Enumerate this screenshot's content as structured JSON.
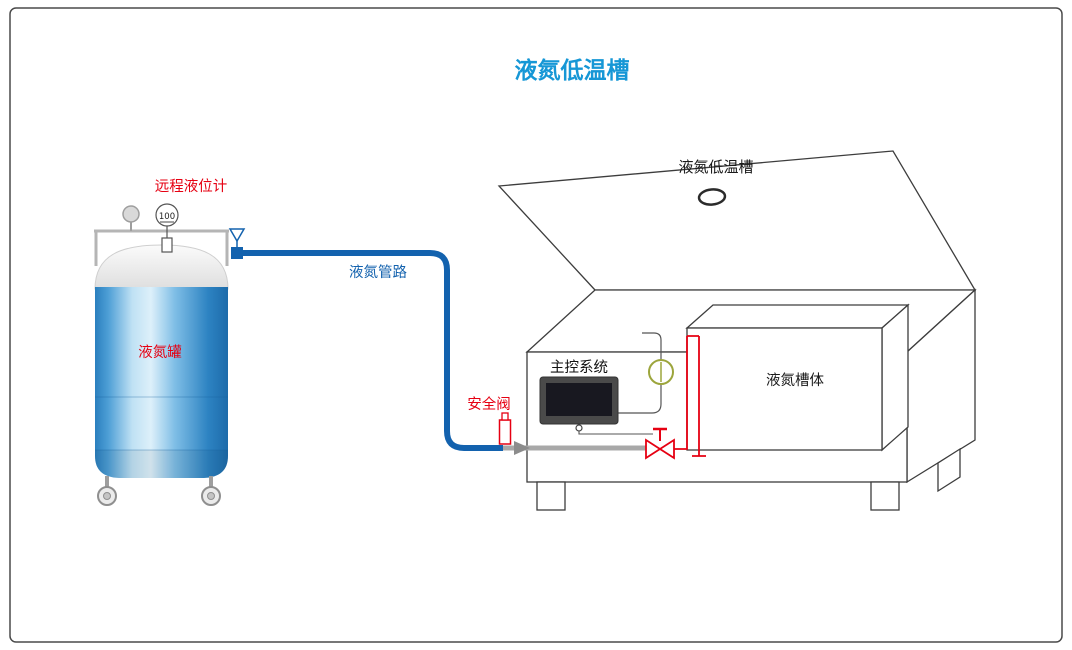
{
  "title": {
    "text": "液氮低温槽",
    "color": "#1697D6"
  },
  "nitrogen_tank": {
    "label": "液氮罐",
    "label_color": "#E60012",
    "level_gauge_label": "远程液位计",
    "gauge_value": "100"
  },
  "pipeline": {
    "label": "液氮管路",
    "color": "#1362AE"
  },
  "safety_valve": {
    "label": "安全阀",
    "color": "#E60012"
  },
  "cryo_bath": {
    "lid_label": "液氮低温槽",
    "control_system_label": "主控系统",
    "inner_tank_label": "液氮槽体"
  },
  "colors": {
    "border": "#4A4A4A",
    "line_dark": "#3D3D3D",
    "pipe_blue": "#1362AE",
    "label_red": "#E60012",
    "gray_pipe": "#A8A8A8",
    "olive": "#9CA53C",
    "tank_blue_dark": "#1D6BAA",
    "tank_blue_light": "#DDF0FA"
  }
}
